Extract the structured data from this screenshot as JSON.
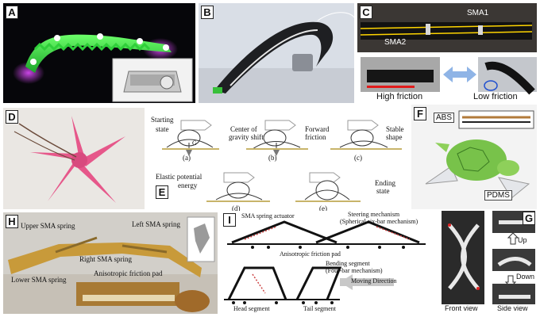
{
  "panels": {
    "a": {
      "letter": "A"
    },
    "b": {
      "letter": "B"
    },
    "c": {
      "letter": "C",
      "sma1": "SMA1",
      "sma2": "SMA2",
      "high": "High friction",
      "low": "Low friction"
    },
    "d": {
      "letter": "D"
    },
    "e": {
      "letter": "E",
      "starting": "Starting",
      "state": "state",
      "g": "G",
      "center": "Center of",
      "gravity_shift": "gravity shift",
      "forward": "Forward",
      "friction": "friction",
      "stable": "Stable",
      "shape": "shape",
      "elastic": "Elastic potential",
      "energy": "energy",
      "ending": "Ending",
      "ending_state": "state",
      "a": "(a)",
      "b": "(b)",
      "c": "(c)",
      "d": "(d)",
      "e": "(e)"
    },
    "f": {
      "letter": "F",
      "abs": "ABS",
      "pdms": "PDMS"
    },
    "g": {
      "letter": "G",
      "up": "Up",
      "down": "Down",
      "front": "Front view",
      "side": "Side view"
    },
    "h": {
      "letter": "H",
      "upper": "Upper SMA spring",
      "left": "Left SMA spring",
      "right": "Right SMA spring",
      "lower": "Lower SMA spring",
      "pad": "Anisotropic friction pad"
    },
    "i": {
      "letter": "I",
      "actuator": "SMA spring actuator",
      "steering1": "Steering mechanism",
      "steering2": "(Spherical six-bar mechanism)",
      "pad": "Anisotropic friction pad",
      "bending1": "Bending segment",
      "bending2": "(Four-bar mechanism)",
      "moving": "Moving Direction",
      "head": "Head segment",
      "tail": "Tail segment"
    }
  }
}
